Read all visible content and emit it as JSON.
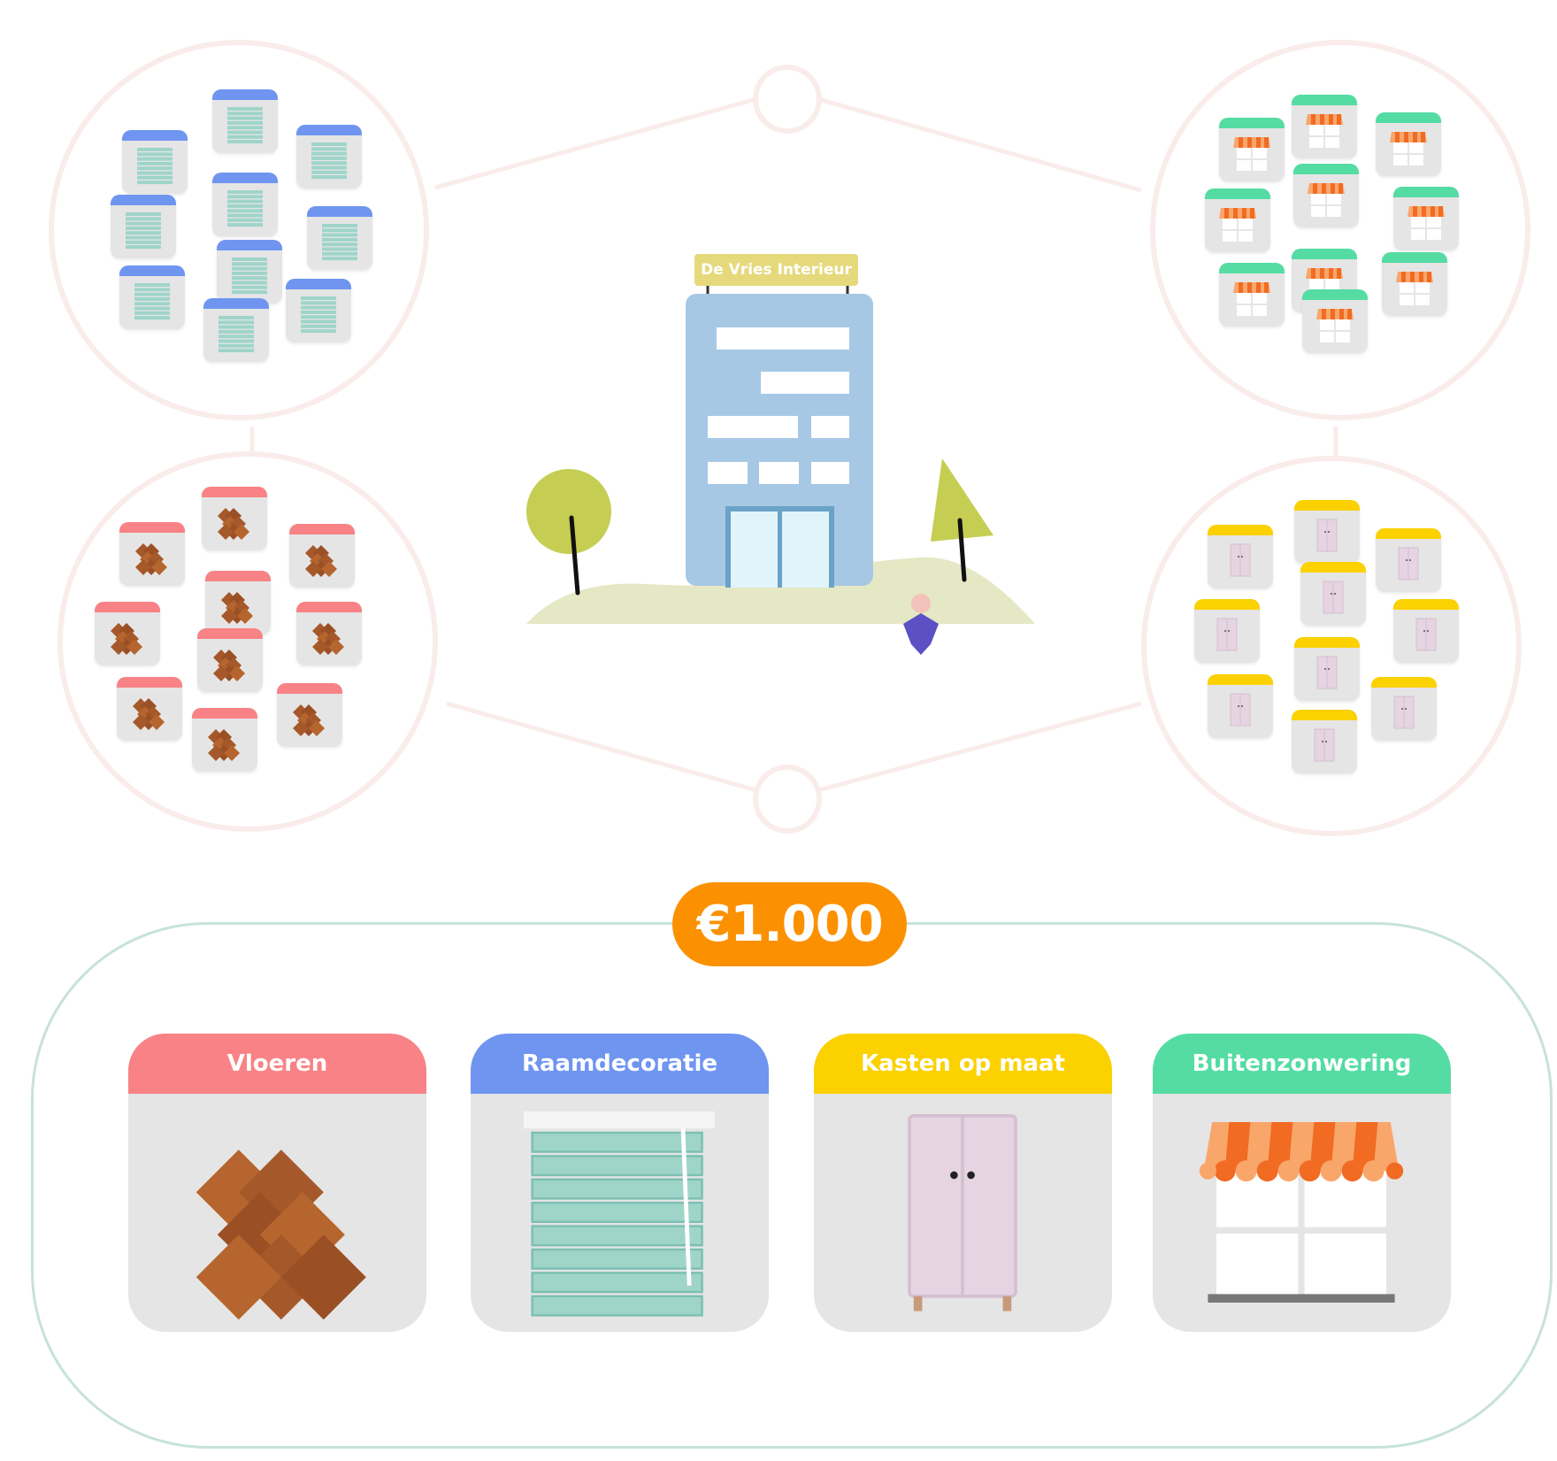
{
  "company": {
    "name": "De Vries Interieur"
  },
  "price": {
    "label": "€1.000"
  },
  "colors": {
    "vloeren": "#f88285",
    "raamdecoratie": "#6f95f1",
    "kasten": "#fbd100",
    "buitenzonwering": "#54dca3",
    "price": "#fb9100",
    "cluster_ring": "#f9ecea",
    "panel_border": "#c7e2db"
  },
  "clusters": [
    {
      "category": "raamdecoratie",
      "icon": "blinds-icon",
      "count": 10
    },
    {
      "category": "buitenzonwering",
      "icon": "awning-shop-icon",
      "count": 10
    },
    {
      "category": "vloeren",
      "icon": "parquet-floor-icon",
      "count": 10
    },
    {
      "category": "kasten",
      "icon": "wardrobe-icon",
      "count": 10
    }
  ],
  "categories": [
    {
      "key": "vloeren",
      "label": "Vloeren",
      "icon": "parquet-floor-icon"
    },
    {
      "key": "raamdecoratie",
      "label": "Raamdecoratie",
      "icon": "blinds-icon"
    },
    {
      "key": "kasten",
      "label": "Kasten op maat",
      "icon": "wardrobe-icon"
    },
    {
      "key": "buitenzonwering",
      "label": "Buitenzonwering",
      "icon": "awning-shop-icon"
    }
  ]
}
